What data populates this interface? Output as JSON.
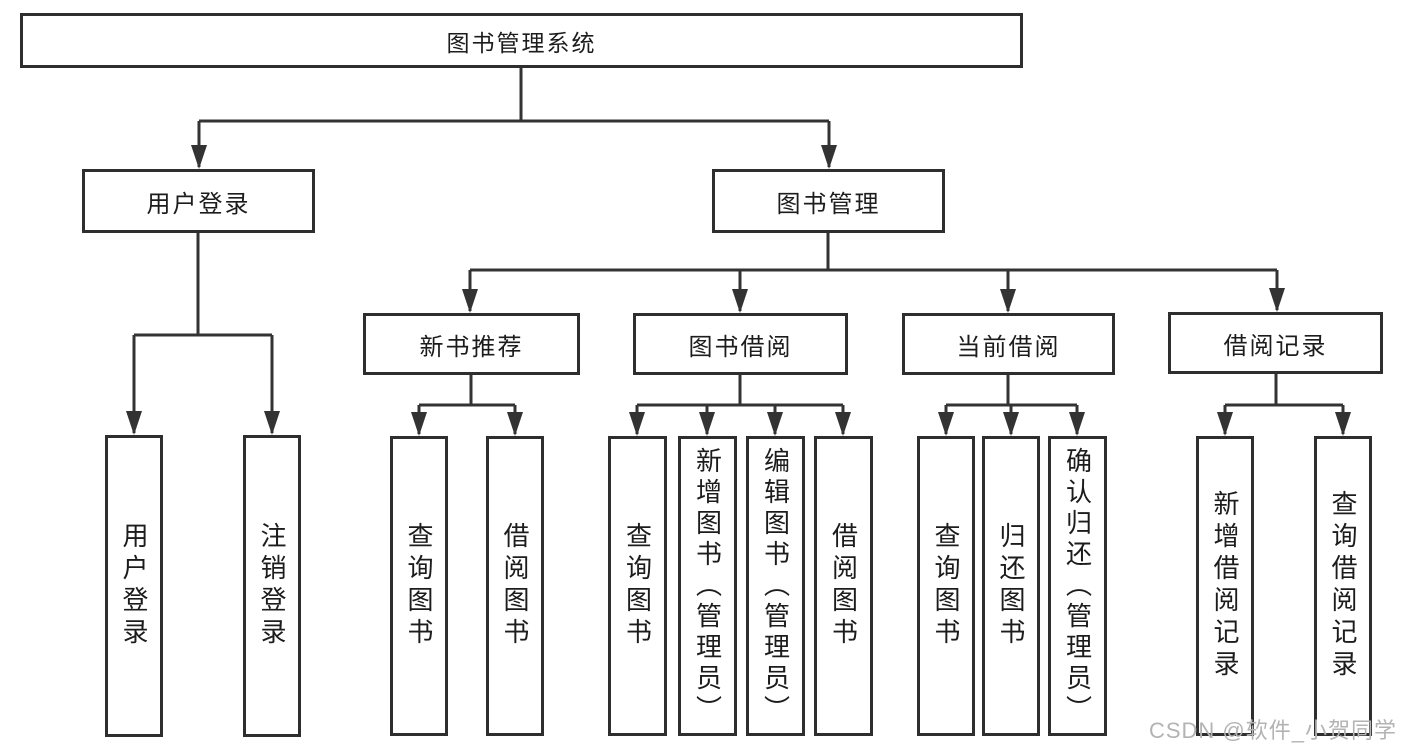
{
  "diagram": {
    "root": {
      "label": "图书管理系统",
      "children": [
        {
          "label": "用户登录",
          "children": [
            {
              "label": "用户登录"
            },
            {
              "label": "注销登录"
            }
          ]
        },
        {
          "label": "图书管理",
          "children": [
            {
              "label": "新书推荐",
              "children": [
                {
                  "label": "查询图书"
                },
                {
                  "label": "借阅图书"
                }
              ]
            },
            {
              "label": "图书借阅",
              "children": [
                {
                  "label": "查询图书"
                },
                {
                  "label": "新增图书（管理员）"
                },
                {
                  "label": "编辑图书（管理员）"
                },
                {
                  "label": "借阅图书"
                }
              ]
            },
            {
              "label": "当前借阅",
              "children": [
                {
                  "label": "查询图书"
                },
                {
                  "label": "归还图书"
                },
                {
                  "label": "确认归还（管理员）"
                }
              ]
            },
            {
              "label": "借阅记录",
              "children": [
                {
                  "label": "新增借阅记录"
                },
                {
                  "label": "查询借阅记录"
                }
              ]
            }
          ]
        }
      ]
    },
    "watermark": {
      "text": "CSDN @软件_小贺同学"
    },
    "colors": {
      "line": "#333333",
      "box_border": "#2e2e2e",
      "text": "#1c1c1c",
      "background": "#ffffff",
      "watermark": "#b3b3b3"
    }
  }
}
